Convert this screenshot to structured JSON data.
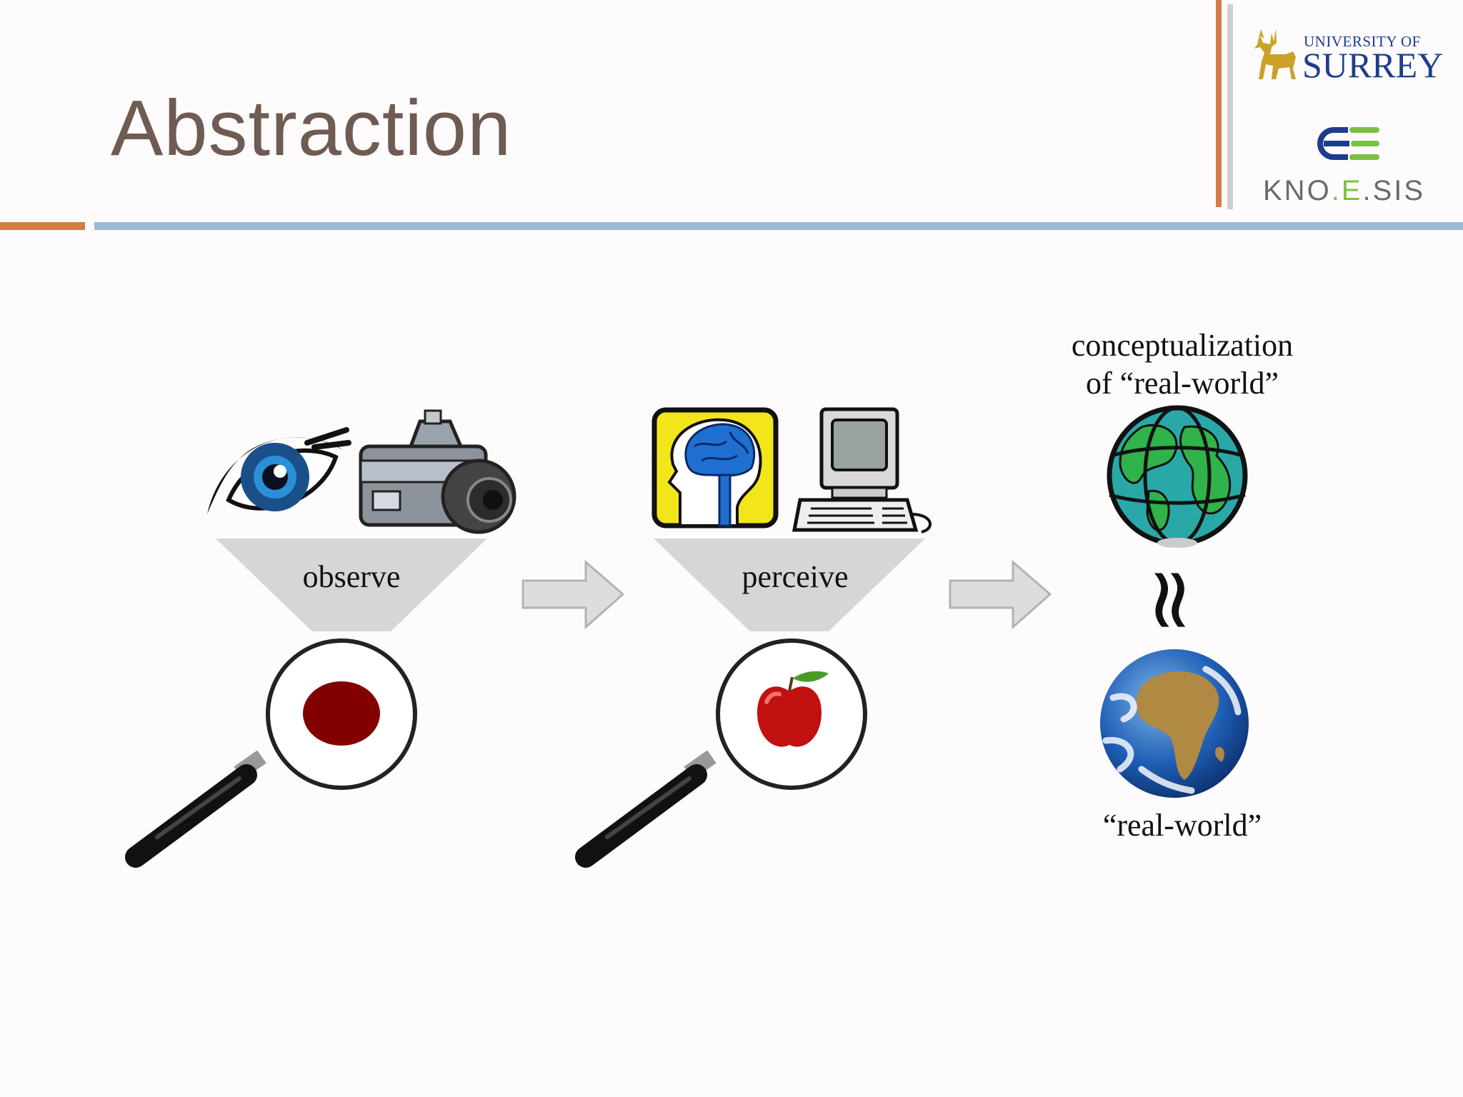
{
  "slide": {
    "title": "Abstraction"
  },
  "logos": {
    "university_small": "UNIVERSITY OF",
    "university_big": "SURREY",
    "knoesis_pre": "KNO",
    "knoesis_e": ".E",
    "knoesis_post": ".SIS"
  },
  "diagram": {
    "step1_label": "observe",
    "step2_label": "perceive",
    "concept_line1": "conceptualization",
    "concept_line2": "of “real-world”",
    "approx_symbol": "≈",
    "realworld_label": "“real-world”"
  },
  "colors": {
    "title": "#6e5b52",
    "accent_orange": "#d47c45",
    "accent_blue": "#9ab9d4",
    "funnel_gray": "#d6d6d6",
    "blob_red": "#820000",
    "surrey_blue": "#1d3d8c",
    "surrey_gold": "#c9a227",
    "knoesis_green": "#7ac143"
  },
  "icons": [
    "eye-icon",
    "camera-icon",
    "brain-icon",
    "computer-icon",
    "magnifier-icon",
    "red-blob-icon",
    "apple-icon",
    "globe-icon",
    "earth-icon",
    "arrow-right-icon",
    "approx-icon",
    "stag-icon",
    "knoesis-e-icon"
  ]
}
